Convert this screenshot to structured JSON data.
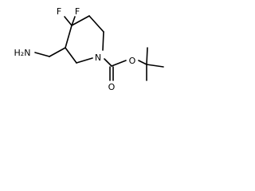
{
  "structure": {
    "atoms": {
      "f1": "F",
      "f2": "F",
      "n_ring": "N",
      "o_carbonyl": "O",
      "o_ester": "O",
      "amine": "H₂N"
    }
  }
}
